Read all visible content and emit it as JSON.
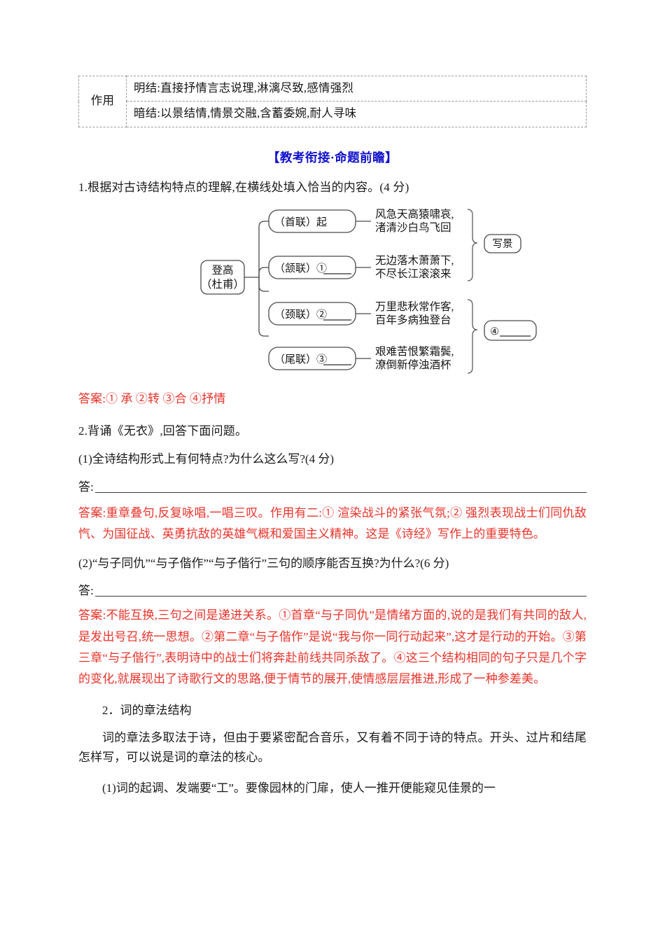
{
  "document": {
    "language": "zh",
    "accent_blue": "#1111cc",
    "answer_red": "#e8332a",
    "body_color": "#1a1a1a"
  },
  "function_table": {
    "row_label": "作用",
    "rows": [
      "明结:直接抒情言志说理,淋漓尽致,感情强烈",
      "暗结:以景结情,情景交融,含蓄委婉,耐人寻味"
    ]
  },
  "section_heading": "【教考衔接·命题前瞻】",
  "question1": {
    "stem": "1.根据对古诗结构特点的理解,在横线处填入恰当的内容。(4 分)",
    "answer": "答案:①  承    ②转    ③合    ④抒情"
  },
  "diagram": {
    "root": {
      "line1": "登高",
      "line2": "（杜甫）"
    },
    "nodes": [
      {
        "label": "（首联）起",
        "blank": false,
        "num": ""
      },
      {
        "label": "（颔联）",
        "blank": true,
        "num": "①"
      },
      {
        "label": "（颈联）",
        "blank": true,
        "num": "②"
      },
      {
        "label": "（尾联）",
        "blank": true,
        "num": "③"
      }
    ],
    "verses": [
      {
        "line1": "风急天高猿啸哀,",
        "line2": "渚清沙白鸟飞回"
      },
      {
        "line1": "无边落木萧萧下,",
        "line2": "不尽长江滚滚来"
      },
      {
        "line1": "万里悲秋常作客,",
        "line2": "百年多病独登台"
      },
      {
        "line1": "艰难苦恨繁霜鬓,",
        "line2": "潦倒新停浊酒杯"
      }
    ],
    "groups": [
      {
        "label": "写景",
        "blank": false,
        "num": ""
      },
      {
        "label": "",
        "blank": true,
        "num": "④"
      }
    ]
  },
  "question2": {
    "stem": "2.背诵《无衣》,回答下面问题。",
    "parts": [
      {
        "prompt": "(1)全诗结构形式上有何特点?为什么这么写?(4 分)",
        "answer_label": "答:",
        "answer": "答案:重章叠句,反复咏唱,一唱三叹。作用有二:① 渲染战斗的紧张气氛;② 强烈表现战士们同仇敌忾、为国征战、英勇抗敌的英雄气概和爱国主义精神。这是《诗经》写作上的重要特色。"
      },
      {
        "prompt": "(2)“与子同仇”“与子偕作”“与子偕行”三句的顺序能否互换?为什么?(6 分)",
        "answer_label": "答:",
        "answer": "答案:不能互换,三句之间是递进关系。①首章“与子同仇”是情绪方面的,说的是我们有共同的敌人,是发出号召,统一思想。②第二章“与子偕作”是说“我与你一同行动起来”,这才是行动的开始。③第三章“与子偕行”,表明诗中的战士们将奔赴前线共同杀敌了。④这三个结构相同的句子只是几个字的变化,就展现出了诗歌行文的思路,便于情节的展开,使情感层层推进,形成了一种参差美。"
      }
    ]
  },
  "section2": {
    "heading": "2．词的章法结构",
    "paragraph": "词的章法多取法于诗，但由于要紧密配合音乐，又有着不同于诗的特点。开头、过片和结尾怎样写，可以说是词的章法的核心。",
    "item1": "(1)词的起调、发端要“工”。要像园林的门扉，使人一推开便能窥见佳景的一"
  }
}
